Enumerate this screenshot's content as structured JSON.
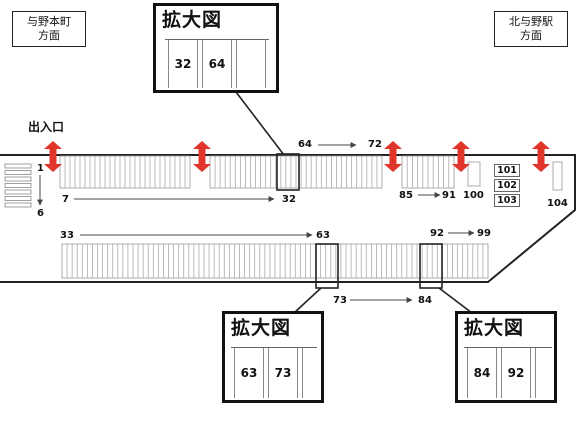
{
  "directions": {
    "left": [
      "与野本町",
      "方面"
    ],
    "right": [
      "北与野駅",
      "方面"
    ]
  },
  "entrance_label": "出入口",
  "zoom_title": "拡大図",
  "zooms": {
    "top": [
      "32",
      "64"
    ],
    "bottom_left": [
      "63",
      "73"
    ],
    "bottom_right": [
      "84",
      "92"
    ]
  },
  "labels": {
    "n1": "1",
    "n6": "6",
    "n7": "7",
    "n32": "32",
    "n64": "64",
    "n72": "72",
    "n85": "85",
    "n91": "91",
    "n100": "100",
    "n104": "104",
    "n33": "33",
    "n63": "63",
    "n92": "92",
    "n99": "99",
    "n73": "73",
    "n84": "84"
  },
  "slots": [
    "101",
    "102",
    "103"
  ],
  "colors": {
    "entrance_arrow": "#e0352b",
    "line": "#222"
  }
}
